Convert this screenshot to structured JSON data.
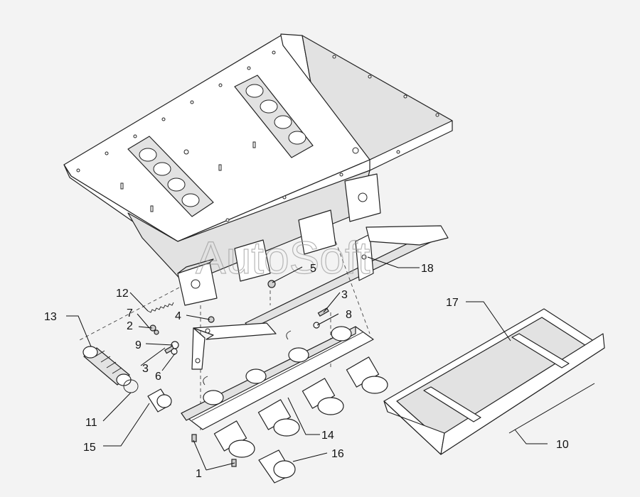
{
  "watermark": "AutoSoft",
  "callouts": [
    {
      "id": "c1",
      "label": "1"
    },
    {
      "id": "c2",
      "label": "2"
    },
    {
      "id": "c3a",
      "label": "3"
    },
    {
      "id": "c3b",
      "label": "3"
    },
    {
      "id": "c4",
      "label": "4"
    },
    {
      "id": "c5",
      "label": "5"
    },
    {
      "id": "c6",
      "label": "6"
    },
    {
      "id": "c7",
      "label": "7"
    },
    {
      "id": "c8",
      "label": "8"
    },
    {
      "id": "c9",
      "label": "9"
    },
    {
      "id": "c10",
      "label": "10"
    },
    {
      "id": "c11",
      "label": "11"
    },
    {
      "id": "c12",
      "label": "12"
    },
    {
      "id": "c13",
      "label": "13"
    },
    {
      "id": "c14",
      "label": "14"
    },
    {
      "id": "c15",
      "label": "15"
    },
    {
      "id": "c16",
      "label": "16"
    },
    {
      "id": "c17",
      "label": "17"
    },
    {
      "id": "c18",
      "label": "18"
    }
  ]
}
